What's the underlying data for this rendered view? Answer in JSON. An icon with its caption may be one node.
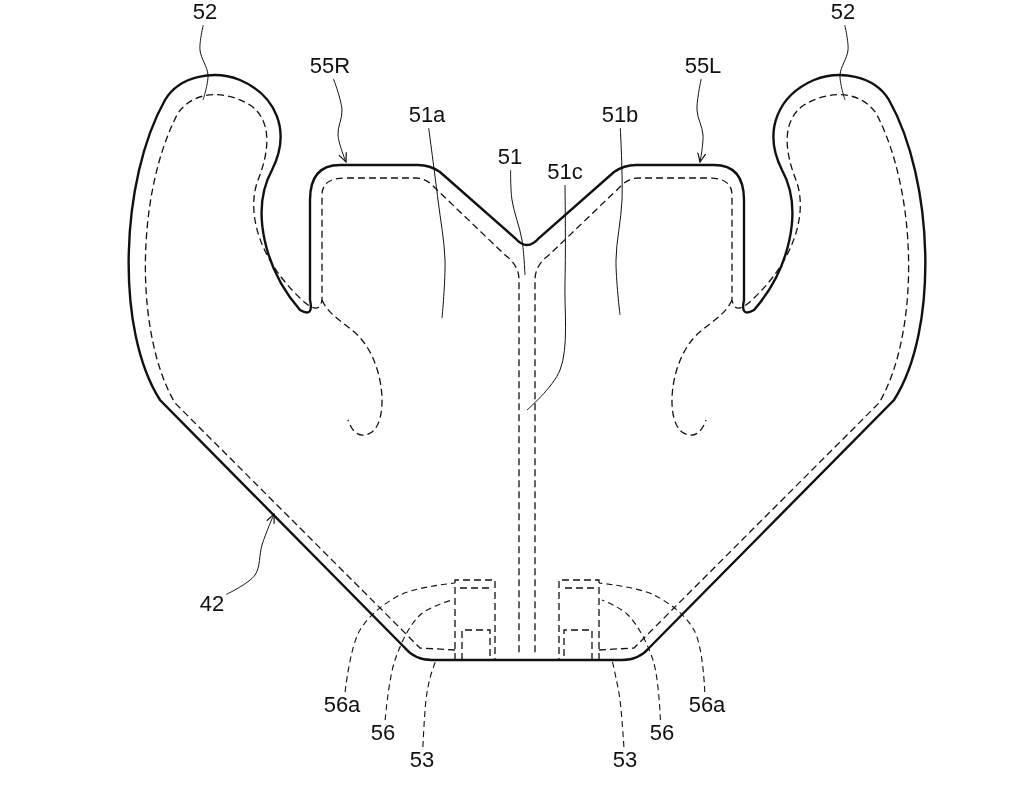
{
  "diagram": {
    "nodes": [
      {
        "text": [
          "52"
        ]
      },
      {
        "text": [
          "52"
        ]
      },
      {
        "text": [
          "55R"
        ]
      },
      {
        "text": [
          "55L"
        ]
      },
      {
        "text": [
          "51a"
        ]
      },
      {
        "text": [
          "51b"
        ]
      },
      {
        "text": [
          "51"
        ]
      },
      {
        "text": [
          "51c"
        ]
      },
      {
        "text": [
          "42"
        ]
      },
      {
        "text": [
          "56a"
        ]
      },
      {
        "text": [
          "56a"
        ]
      },
      {
        "text": [
          "56"
        ]
      },
      {
        "text": [
          "56"
        ]
      },
      {
        "text": [
          "53"
        ]
      },
      {
        "text": [
          "53"
        ]
      }
    ],
    "edges": [
      {
        "from": 0,
        "to": null,
        "arrow": "none"
      },
      {
        "from": 1,
        "to": null,
        "arrow": "none"
      },
      {
        "from": 2,
        "to": null,
        "arrow": "to"
      },
      {
        "from": 3,
        "to": null,
        "arrow": "to"
      },
      {
        "from": 4,
        "to": null,
        "arrow": "none"
      },
      {
        "from": 5,
        "to": null,
        "arrow": "none"
      },
      {
        "from": 6,
        "to": null,
        "arrow": "none"
      },
      {
        "from": 7,
        "to": null,
        "arrow": "none"
      },
      {
        "from": 8,
        "to": null,
        "arrow": "to"
      },
      {
        "from": 9,
        "to": null,
        "arrow": "none",
        "style": "dashed"
      },
      {
        "from": 10,
        "to": null,
        "arrow": "none",
        "style": "dashed"
      },
      {
        "from": 11,
        "to": null,
        "arrow": "none",
        "style": "dashed"
      },
      {
        "from": 12,
        "to": null,
        "arrow": "none",
        "style": "dashed"
      },
      {
        "from": 13,
        "to": null,
        "arrow": "none",
        "style": "dashed"
      },
      {
        "from": 14,
        "to": null,
        "arrow": "none",
        "style": "dashed"
      }
    ]
  }
}
